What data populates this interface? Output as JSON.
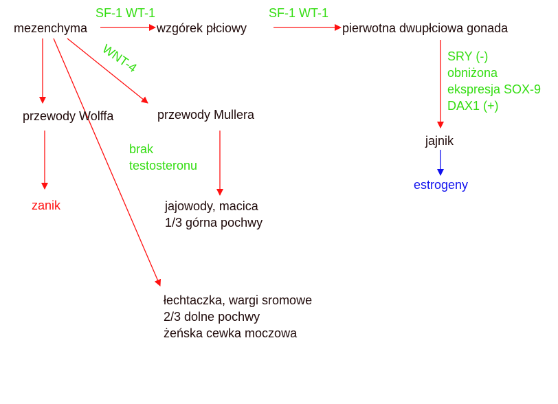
{
  "nodes": {
    "mezenchyma": "mezenchyma",
    "wzgorek": "wzgórek płciowy",
    "gonada": "pierwotna dwupłciowa gonada",
    "wolffa": "przewody Wolffa",
    "mullera": "przewody Mullera",
    "zanik": "zanik",
    "jajowody": [
      "jajowody, macica",
      "1/3 górna pochwy"
    ],
    "lechtaczka": [
      "łechtaczka, wargi sromowe",
      "2/3 dolne pochwy",
      "żeńska cewka moczowa"
    ],
    "jajnik": "jajnik",
    "estrogeny": "estrogeny"
  },
  "edge_labels": {
    "sf1_wt1_first": "SF-1  WT-1",
    "sf1_wt1_second": "SF-1  WT-1",
    "wnt4": "WNT-4",
    "brak_testosteronu": [
      "brak",
      "testosteronu"
    ],
    "sry_block": [
      "SRY (-)",
      "obniżona",
      "ekspresja SOX-9",
      "DAX1 (+)"
    ]
  },
  "colors": {
    "text_dark": "#1f0a0a",
    "factor_green": "#33dd11",
    "arrow_red": "#ff1111",
    "arrow_blue": "#1111ee"
  }
}
